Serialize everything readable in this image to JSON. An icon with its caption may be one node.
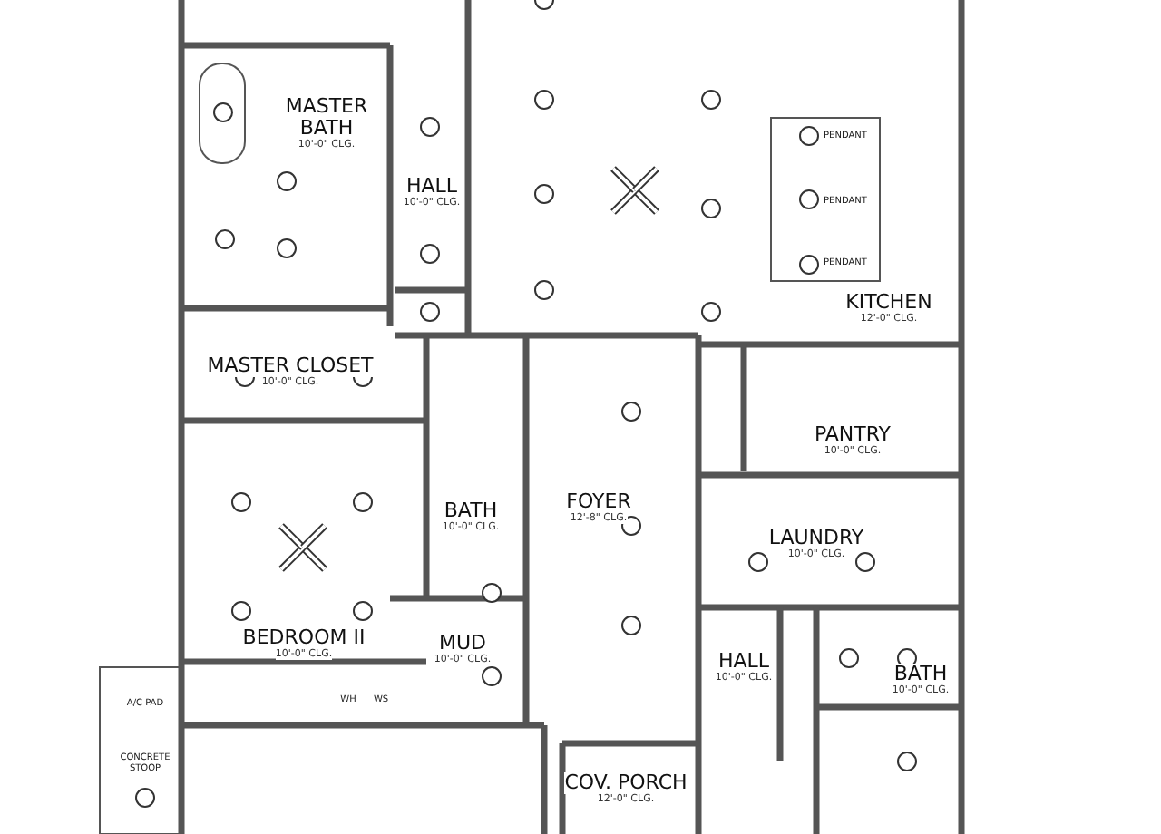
{
  "diagram": {
    "nodes": [
      {
        "text": [
          "MASTER BATH",
          "10'-0\" CLG."
        ]
      },
      {
        "text": [
          "HALL",
          "10'-0\" CLG."
        ]
      },
      {
        "text": [
          "KITCHEN",
          "12'-0\" CLG."
        ]
      },
      {
        "text": [
          "MASTER CLOSET",
          "10'-0\" CLG."
        ]
      },
      {
        "text": [
          "PANTRY",
          "10'-0\" CLG."
        ]
      },
      {
        "text": [
          "BATH",
          "10'-0\" CLG."
        ]
      },
      {
        "text": [
          "FOYER",
          "12'-8\" CLG."
        ]
      },
      {
        "text": [
          "LAUNDRY",
          "10'-0\" CLG."
        ]
      },
      {
        "text": [
          "BEDROOM II",
          "10'-0\" CLG."
        ]
      },
      {
        "text": [
          "MUD",
          "10'-0\" CLG."
        ]
      },
      {
        "text": [
          "HALL",
          "10'-0\" CLG."
        ]
      },
      {
        "text": [
          "BATH",
          "10'-0\" CLG."
        ]
      },
      {
        "text": [
          "COV. PORCH",
          "12'-0\" CLG."
        ]
      }
    ],
    "labels": [
      "PENDANT",
      "PENDANT",
      "PENDANT",
      "A/C PAD",
      "CONCRETE STOOP",
      "WH",
      "WS"
    ]
  }
}
